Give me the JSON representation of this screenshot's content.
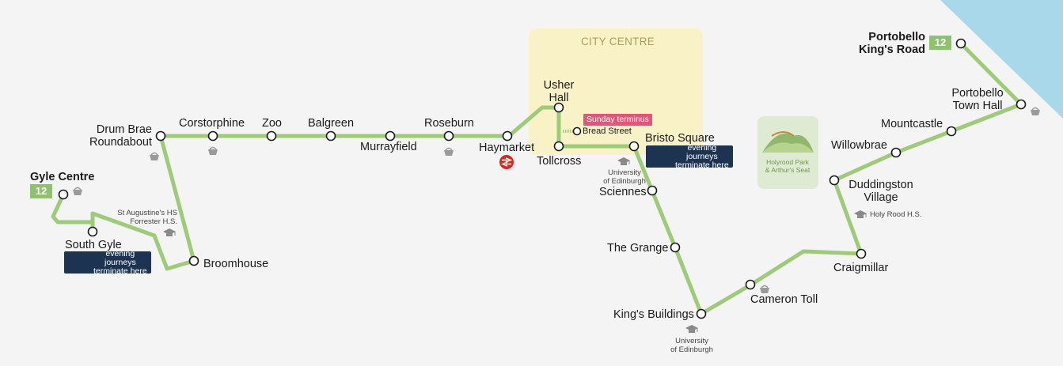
{
  "route": {
    "number": "12",
    "termini": [
      "Gyle Centre",
      "Portobello King's Road"
    ],
    "line_color": "#9ccc75",
    "accent_evening": "#1d3352",
    "accent_sunday": "#e0567a",
    "rail_color": "#e0231b"
  },
  "zones": {
    "city_centre": "CITY CENTRE",
    "park": [
      "Holyrood Park",
      "& Arthur's Seat"
    ]
  },
  "stops": {
    "gyle_centre": "Gyle Centre",
    "south_gyle": "South Gyle",
    "broomhouse": "Broomhouse",
    "drum_brae": [
      "Drum Brae",
      "Roundabout"
    ],
    "corstorphine": "Corstorphine",
    "zoo": "Zoo",
    "balgreen": "Balgreen",
    "murrayfield": "Murrayfield",
    "roseburn": "Roseburn",
    "haymarket": "Haymarket",
    "usher_hall": [
      "Usher",
      "Hall"
    ],
    "tollcross": "Tollcross",
    "bread_street": "Bread Street",
    "bristo_square": "Bristo Square",
    "sciennes": "Sciennes",
    "the_grange": "The Grange",
    "kings_buildings": "King's Buildings",
    "cameron_toll": "Cameron Toll",
    "craigmillar": "Craigmillar",
    "duddingston": [
      "Duddingston",
      "Village"
    ],
    "willowbrae": "Willowbrae",
    "mountcastle": "Mountcastle",
    "portobello_town_hall": [
      "Portobello",
      "Town Hall"
    ],
    "portobello_kings_road": [
      "Portobello",
      "King's Road"
    ]
  },
  "notes": {
    "evening": [
      "evening journeys",
      "terminate here"
    ],
    "sunday": "Sunday terminus",
    "schools_west": [
      "St Augustine's HS",
      "Forrester H.S."
    ],
    "uni_bristo": [
      "University",
      "of Edinburgh"
    ],
    "uni_kings": [
      "University",
      "of Edinburgh"
    ],
    "holy_rood": "Holy Rood H.S."
  },
  "icons": [
    "shopping-basket-icon",
    "school-icon",
    "national-rail-icon",
    "moon-icon",
    "hill-icon"
  ]
}
